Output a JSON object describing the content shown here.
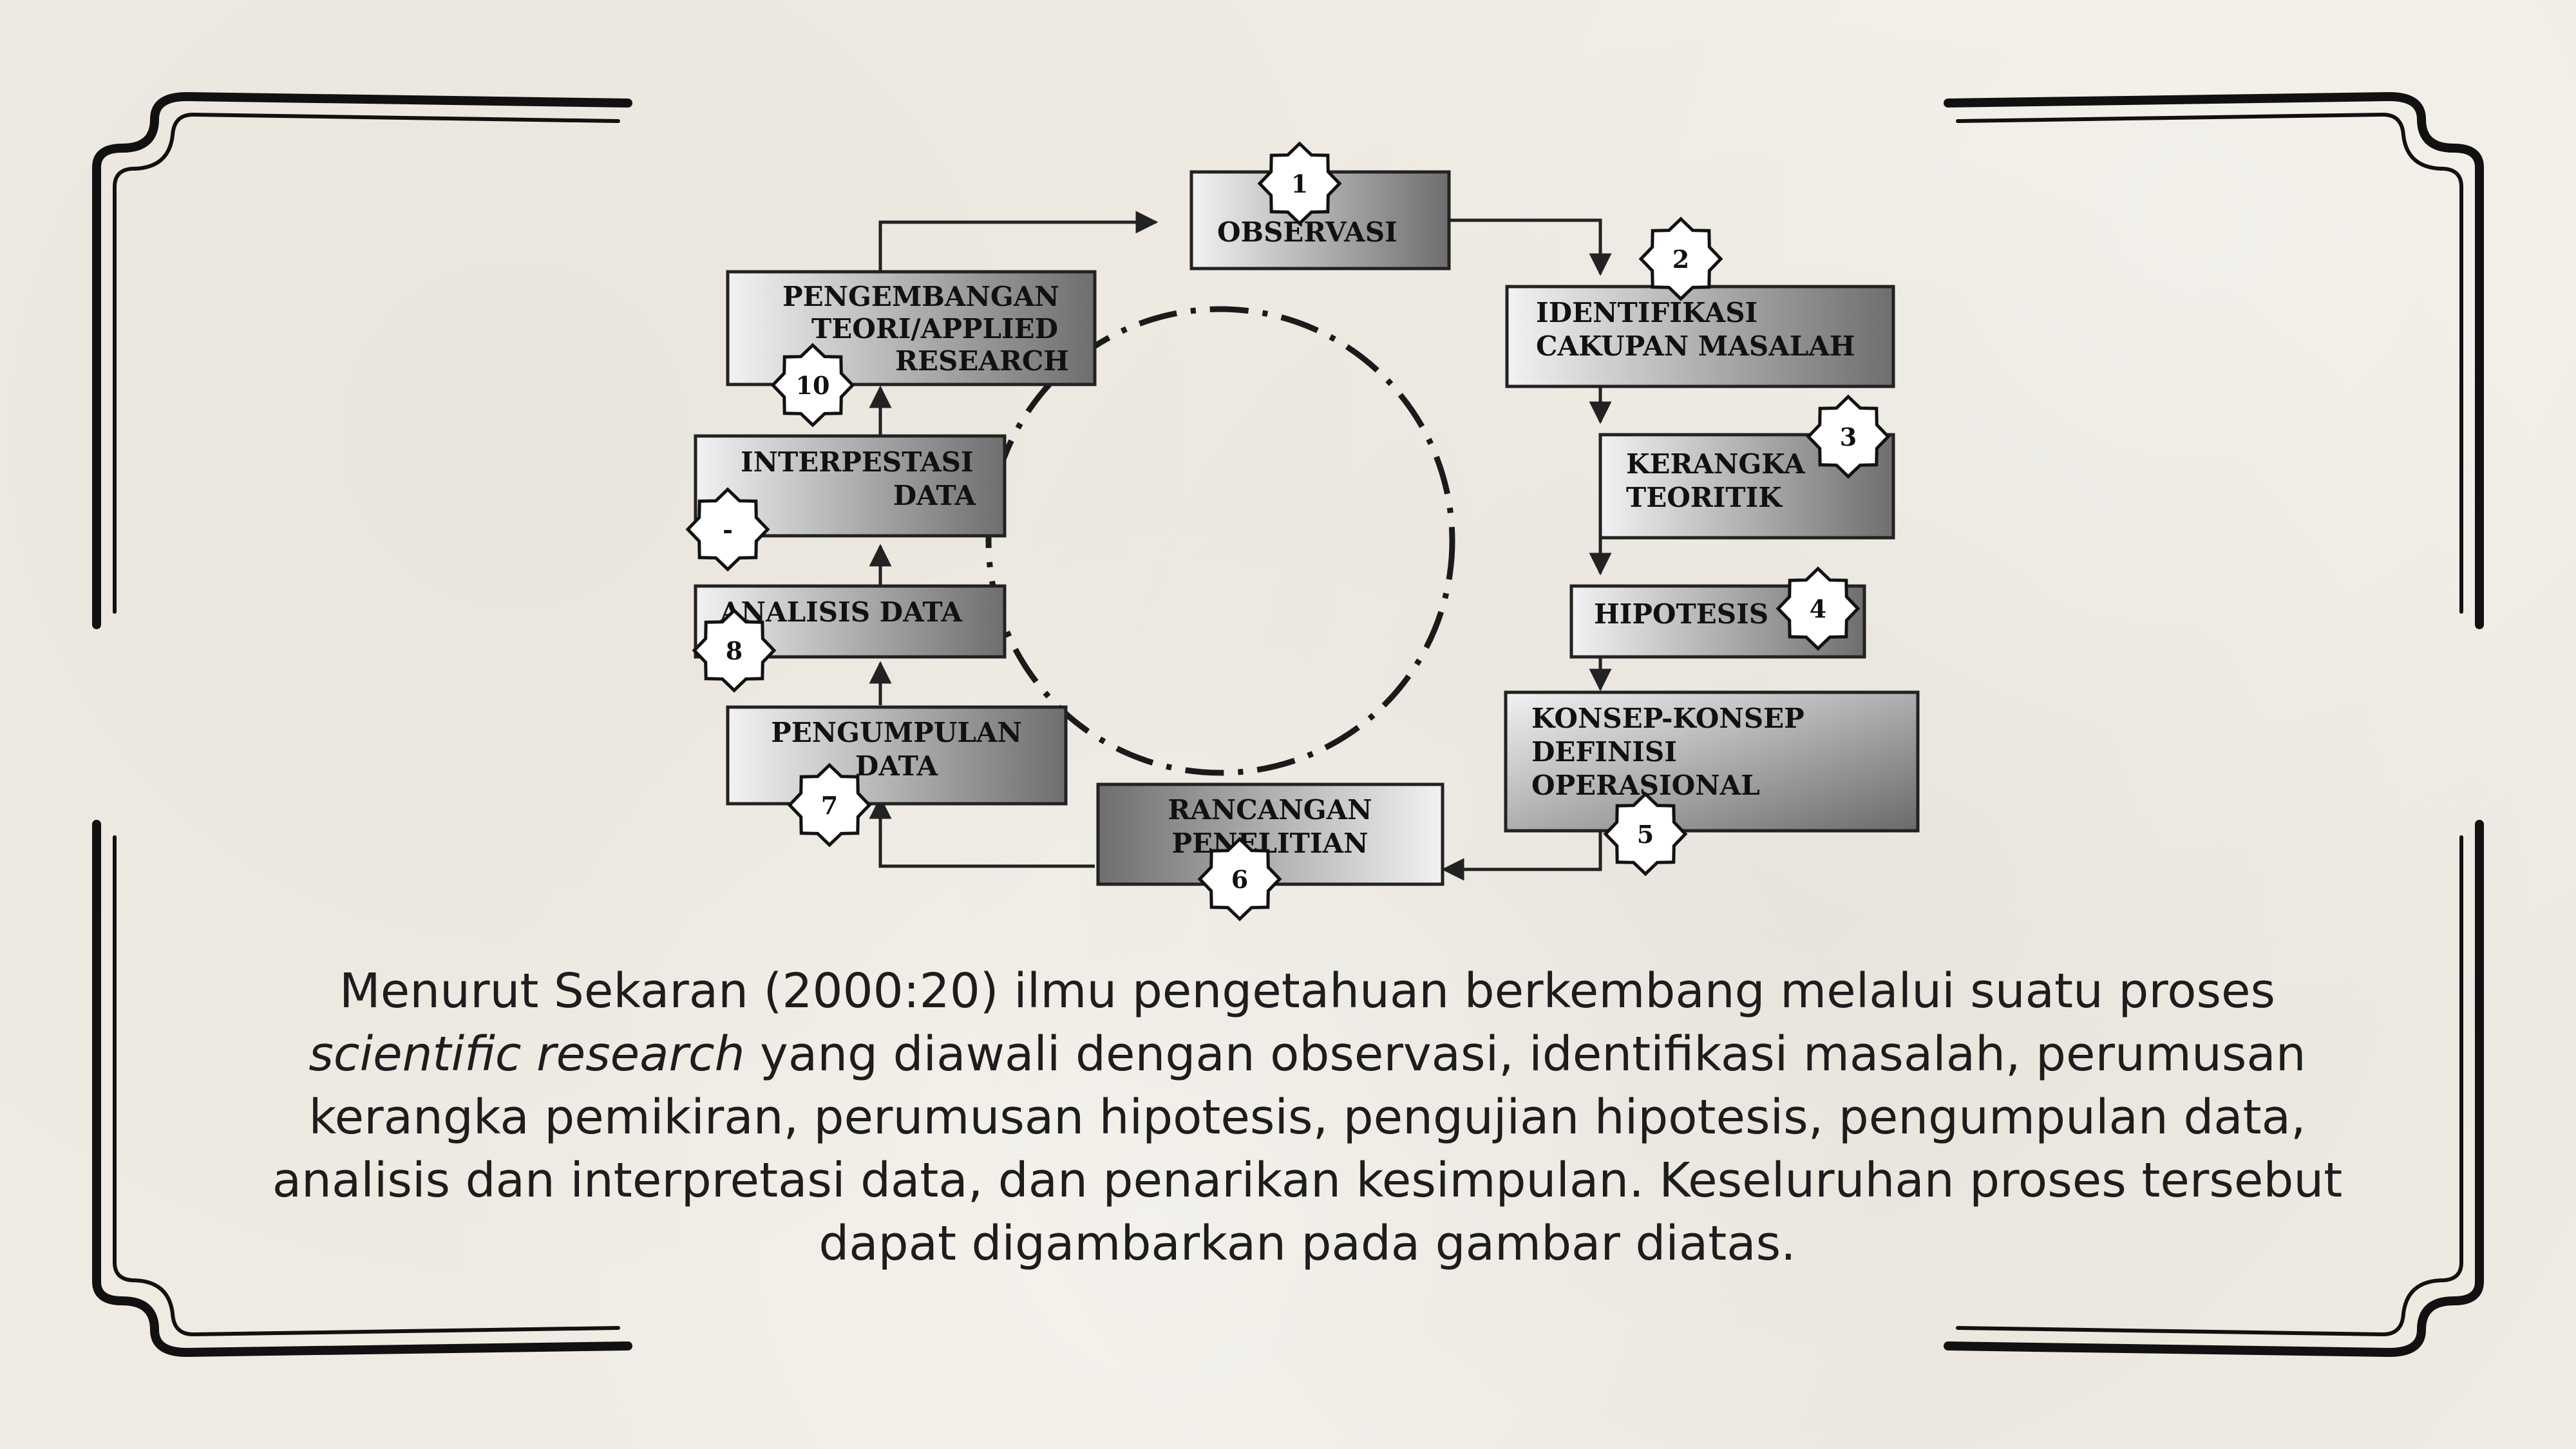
{
  "diagram": {
    "steps": [
      {
        "number": "1",
        "line1": "OBSERVASI",
        "line2": "",
        "line3": ""
      },
      {
        "number": "2",
        "line1": "IDENTIFIKASI",
        "line2": "CAKUPAN MASALAH",
        "line3": ""
      },
      {
        "number": "3",
        "line1": "KERANGKA",
        "line2": "TEORITIK",
        "line3": ""
      },
      {
        "number": "4",
        "line1": "HIPOTESIS",
        "line2": "",
        "line3": ""
      },
      {
        "number": "5",
        "line1": "KONSEP-KONSEP",
        "line2": "DEFINISI",
        "line3": "OPERASIONAL"
      },
      {
        "number": "6",
        "line1": "RANCANGAN",
        "line2": "PENELITIAN",
        "line3": ""
      },
      {
        "number": "7",
        "line1": "PENGUMPULAN",
        "line2": "DATA",
        "line3": ""
      },
      {
        "number": "8",
        "line1": "ANALISIS DATA",
        "line2": "",
        "line3": ""
      },
      {
        "number": "-",
        "line1": "INTERPESTASI",
        "line2": "DATA",
        "line3": ""
      },
      {
        "number": "10",
        "line1": "PENGEMBANGAN",
        "line2": "TEORI/APPLIED",
        "line3": "RESEARCH"
      }
    ]
  },
  "caption": {
    "part1": "Menurut Sekaran (2000:20) ilmu pengetahuan berkembang melalui suatu proses",
    "italic": "scientific research",
    "part2": " yang diawali dengan observasi, identifikasi masalah, perumusan kerangka pemikiran, perumusan hipotesis, pengujian hipotesis, pengumpulan data, analisis dan interpretasi data, dan penarikan kesimpulan. Keseluruhan proses tersebut dapat digambarkan pada gambar diatas."
  },
  "colors": {
    "background": "#efebe3",
    "frame": "#111111",
    "box_dark": "#6e6e6e",
    "box_light": "#f2f2f2"
  }
}
